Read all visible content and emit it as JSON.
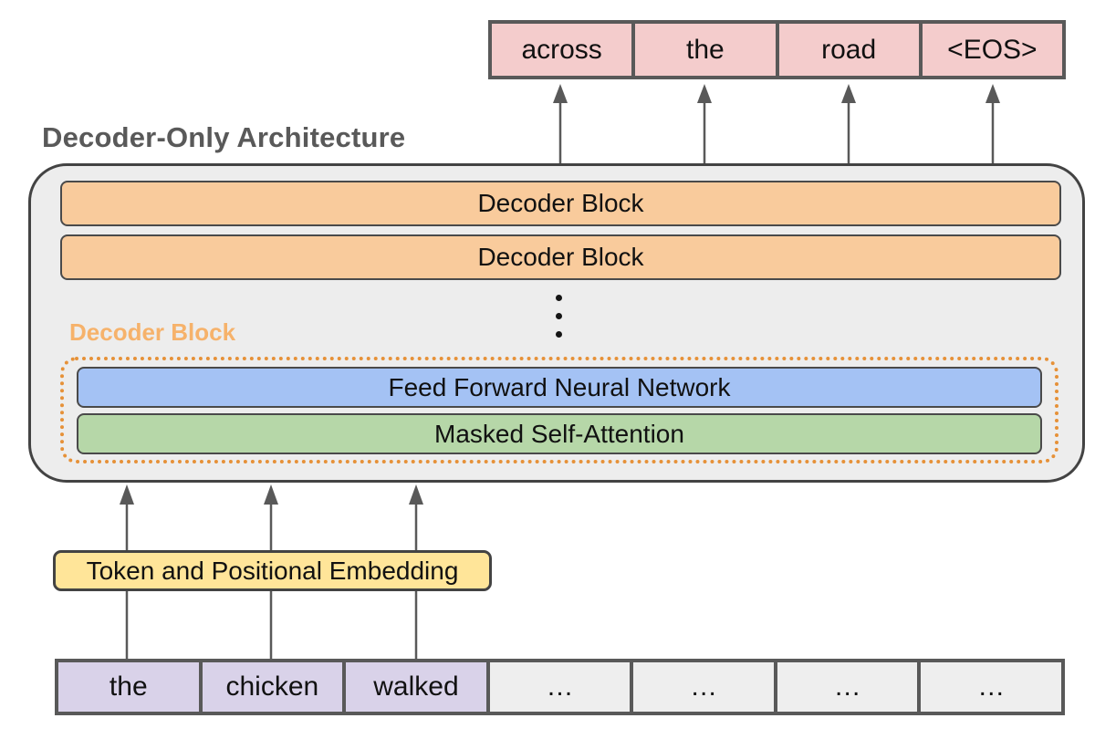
{
  "title": "Decoder-Only Architecture",
  "output_tokens": [
    "across",
    "the",
    "road",
    "<EOS>"
  ],
  "decoder_stack": {
    "block_labels": [
      "Decoder Block",
      "Decoder Block"
    ],
    "ellipsis_dot_count": 3
  },
  "decoder_block_detail": {
    "label": "Decoder Block",
    "layers": [
      "Feed Forward Neural Network",
      "Masked Self-Attention"
    ]
  },
  "embedding_label": "Token and Positional Embedding",
  "input_tokens": [
    "the",
    "chicken",
    "walked",
    "…",
    "…",
    "…",
    "…"
  ],
  "colors": {
    "output_token_fill": "#f4cccc",
    "decoder_block_fill": "#f9cb9c",
    "feed_forward_fill": "#a4c2f4",
    "attention_fill": "#b6d7a8",
    "embedding_fill": "#ffe599",
    "input_token_fill": "#d9d2e9",
    "placeholder_fill": "#eeeeee",
    "container_fill": "#ededed",
    "container_border": "#434343",
    "cell_border": "#595959",
    "bar_border": "#4a4a4a",
    "dotted_outline": "#e69138",
    "detail_label": "#f6b26b",
    "arrow": "#595959",
    "title_text": "#595959",
    "text": "#111111"
  }
}
